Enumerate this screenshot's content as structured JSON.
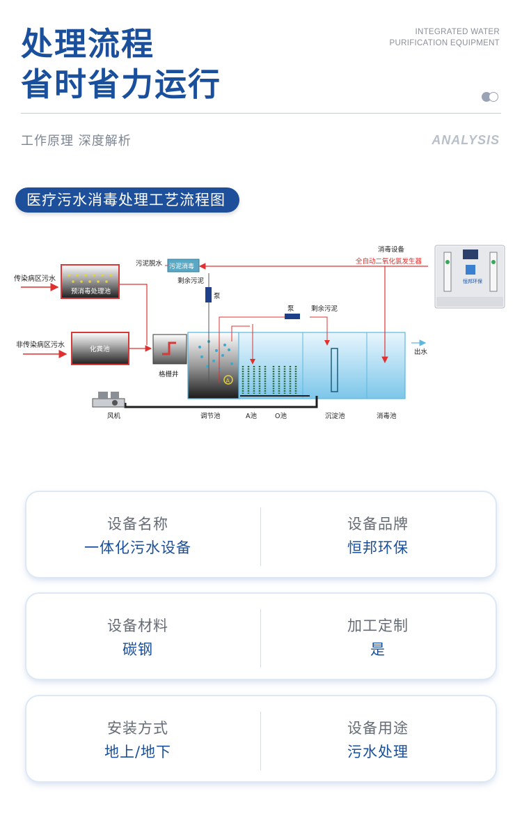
{
  "header": {
    "title_line1": "处理流程",
    "title_line2": "省时省力运行",
    "brand_en_line1": "INTEGRATED WATER",
    "brand_en_line2": "PURIFICATION EQUIPMENT"
  },
  "section": {
    "subtitle": "工作原理 深度解析",
    "analysis": "ANALYSIS",
    "pill_title": "医疗污水消毒处理工艺流程图"
  },
  "diagram": {
    "infectious_sewage": "传染病区污水",
    "non_infectious_sewage": "非传染病区污水",
    "pre_disinfection_tank": "预消毒处理池",
    "septic_tank": "化粪池",
    "sludge_dewatering": "污泥脱水",
    "sludge_disinfection": "污泥消毒",
    "remaining_sludge_1": "剩余污泥",
    "remaining_sludge_2": "剩余污泥",
    "pump_1": "泵",
    "pump_2": "泵",
    "disinfection_equipment": "消毒设备",
    "chlorine_dioxide_generator": "全自动二氧化氯发生器",
    "effluent": "出水",
    "screen_well": "格栅井",
    "blower": "风机",
    "regulating_tank": "调节池",
    "tank_a": "A池",
    "tank_o": "O池",
    "sedimentation_tank": "沉淀池",
    "disinfection_tank": "消毒池",
    "aerator_mark": "A",
    "device_brand": "恒邦环保",
    "colors": {
      "red": "#e03030",
      "blue_water": "#8fd0ee",
      "dark_tank": "#2b2b2b",
      "pipe_dark": "#1e1e1e"
    }
  },
  "specs": [
    {
      "left_label": "设备名称",
      "left_value": "一体化污水设备",
      "right_label": "设备品牌",
      "right_value": "恒邦环保"
    },
    {
      "left_label": "设备材料",
      "left_value": "碳钢",
      "right_label": "加工定制",
      "right_value": "是"
    },
    {
      "left_label": "安装方式",
      "left_value": "地上/地下",
      "right_label": "设备用途",
      "right_value": "污水处理"
    }
  ],
  "theme": {
    "primary": "#1a4f9c",
    "muted": "#7d8593"
  }
}
